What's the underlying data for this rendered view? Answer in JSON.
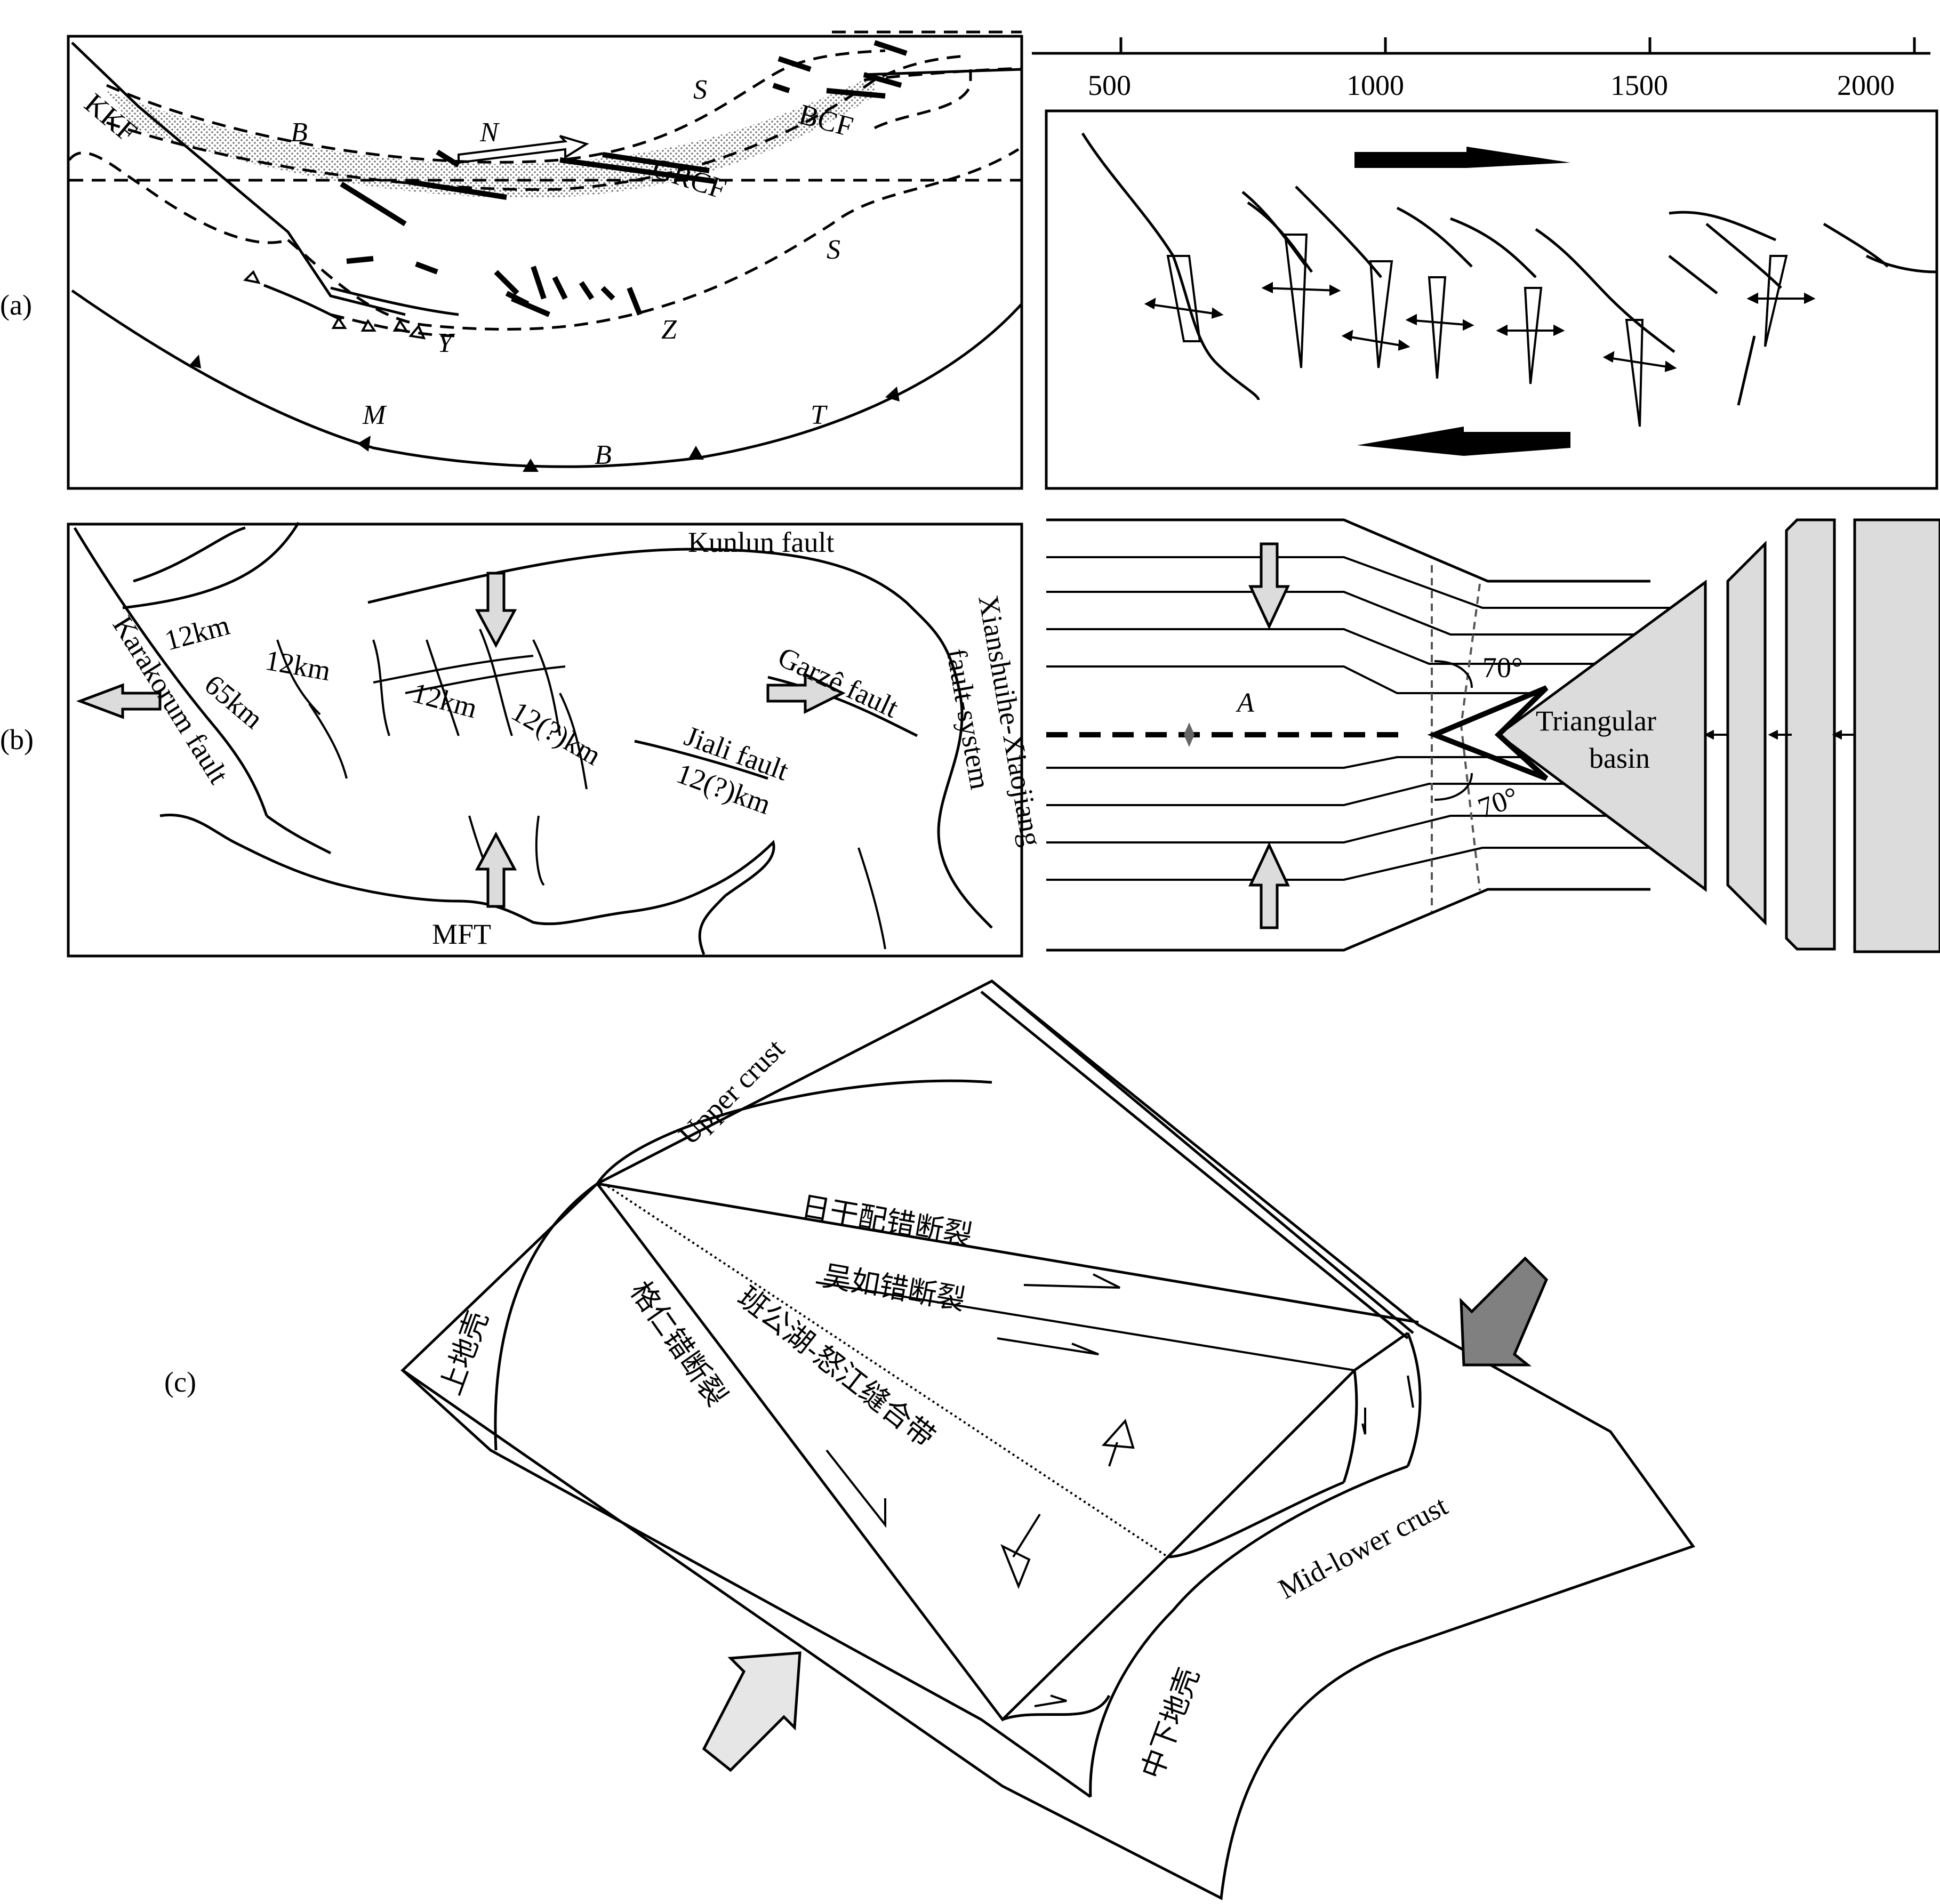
{
  "panel_labels": {
    "a": "(a)",
    "b": "(b)",
    "c": "(c)"
  },
  "panel_a_map": {
    "faults": [
      "KKF",
      "BCF",
      "GRCF"
    ],
    "letters": [
      "B",
      "N",
      "S",
      "S",
      "Y",
      "Z",
      "M",
      "T",
      "B"
    ]
  },
  "panel_a_model": {
    "scale_ticks": [
      "500",
      "1000",
      "1500",
      "2000"
    ]
  },
  "panel_b_map": {
    "kunlun": "Kunlun fault",
    "karakorum": "Karakorum fault",
    "garze": "Garzê fault",
    "jiali": "Jiali fault",
    "xianshuihe_1": "Xianshuihe-Xiaojiang",
    "xianshuihe_2": "fault-system",
    "mft": "MFT",
    "offsets": [
      "12km",
      "12km",
      "65km",
      "12km",
      "12(?)km",
      "12(?)km"
    ]
  },
  "panel_b_model": {
    "label_a": "A",
    "angle_1": "70°",
    "angle_2": "70°",
    "basin_line1": "Triangular",
    "basin_line2": "basin"
  },
  "panel_c": {
    "upper_crust": "Upper crust",
    "upper_crust_zh": "上地壳",
    "rigancuo": "日干配错断裂",
    "wurucuo": "吴如错断裂",
    "gerencuo": "格仁错断裂",
    "suture": "班公湖-怒江缝合带",
    "mid_lower_crust": "Mid-lower crust",
    "mid_lower_crust_zh": "中下地壳"
  },
  "colors": {
    "fill_gray": "#dcdcdc",
    "arrow_dark": "#7a7a7a",
    "line": "#000000"
  }
}
